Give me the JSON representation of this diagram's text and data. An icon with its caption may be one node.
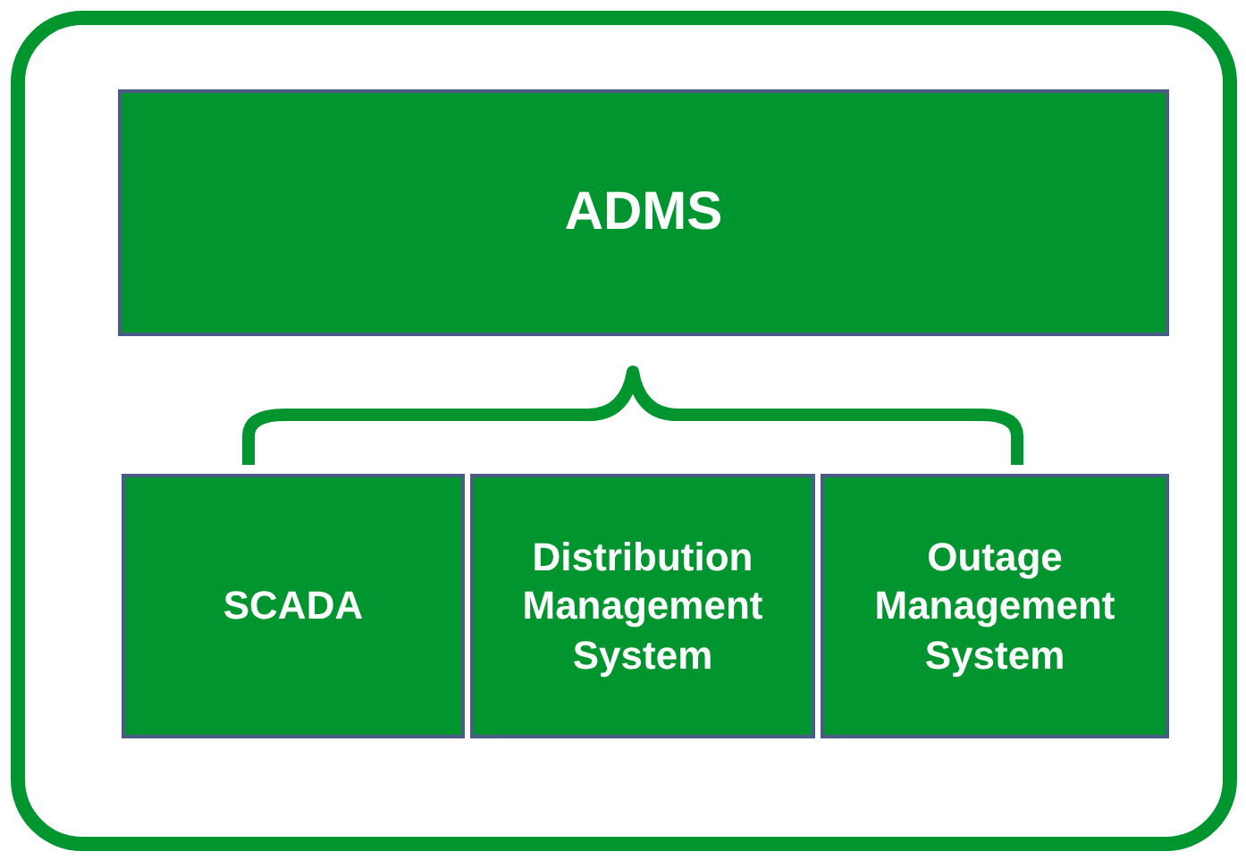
{
  "diagram": {
    "nodes": [
      {
        "text": [],
        "shape": "box"
      },
      {
        "text": [
          "ADMS"
        ],
        "in": 0
      },
      {
        "text": [
          "SCADA"
        ],
        "in": 0
      },
      {
        "text": [
          "Distribution Management System"
        ],
        "in": 0
      },
      {
        "text": [
          "Outage Management System"
        ],
        "in": 0
      }
    ]
  }
}
